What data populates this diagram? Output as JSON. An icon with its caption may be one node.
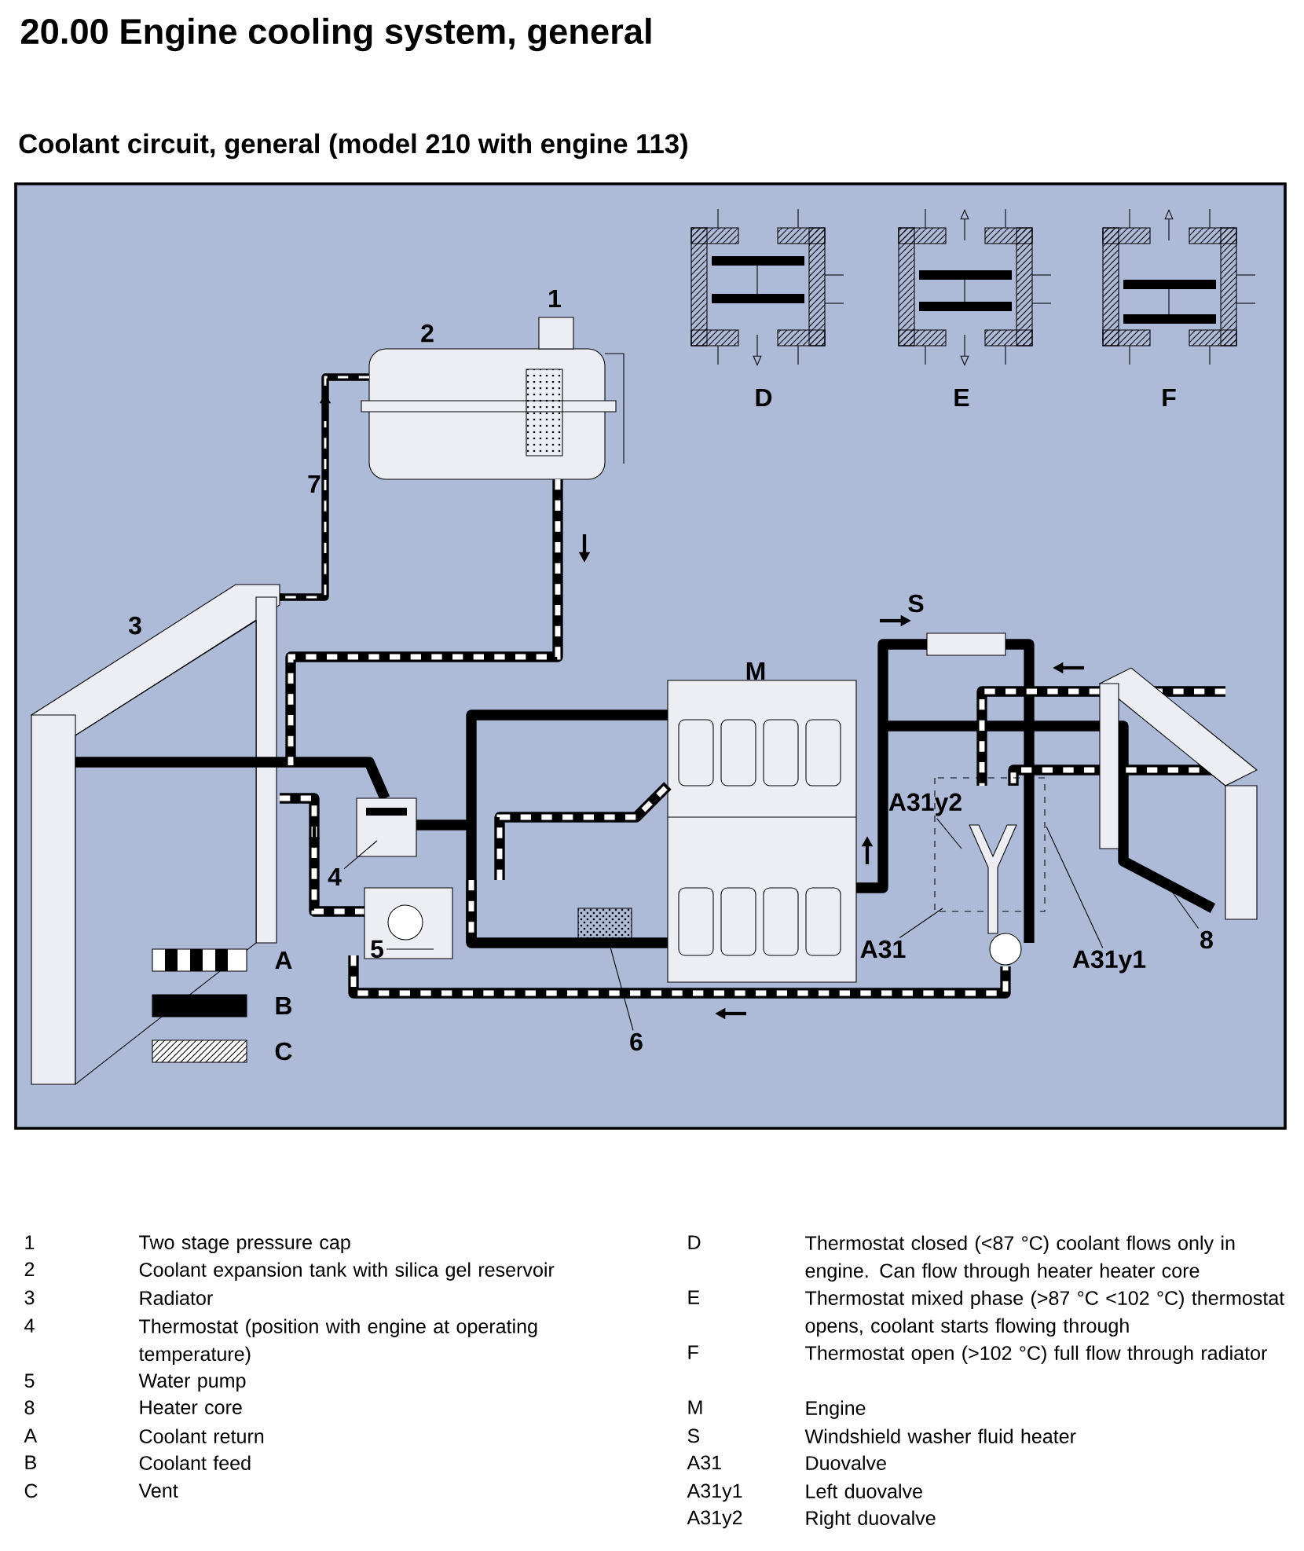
{
  "diagram": {
    "title": "20.00 Engine cooling system, general",
    "nodes": [
      {
        "text": [
          "4"
        ]
      },
      {
        "text": [
          "5"
        ]
      },
      {
        "text": [
          "6"
        ]
      },
      {
        "text": [
          "8"
        ]
      },
      {
        "text": [
          "A31"
        ]
      },
      {
        "text": [
          "A31y1"
        ]
      },
      {
        "text": [
          "A31y2"
        ]
      }
    ],
    "edges": [
      {
        "from": 0,
        "to": null,
        "arrow": "none"
      },
      {
        "from": 1,
        "to": null,
        "arrow": "none"
      },
      {
        "from": 2,
        "to": null,
        "arrow": "none"
      },
      {
        "from": 3,
        "to": null,
        "arrow": "none"
      },
      {
        "from": 4,
        "to": null,
        "arrow": "none"
      },
      {
        "from": 5,
        "to": null,
        "arrow": "none"
      },
      {
        "from": 6,
        "to": null,
        "arrow": "none"
      }
    ],
    "labels": [
      "Coolant circuit, general (model 210 with engine 113)",
      "1",
      "2",
      "D",
      "E",
      "F",
      "7",
      "3",
      "S",
      "M",
      "1",
      "Two stage pressure cap",
      "2",
      "Coolant expansion tank with silica gel reservoir",
      "3",
      "Radiator",
      "4",
      "Thermostat (position with engine at operating temperature)",
      "5",
      "Water pump",
      "8",
      "Heater core",
      "A",
      "Coolant return",
      "B",
      "Coolant feed",
      "C",
      "Vent",
      "D",
      "Thermostat closed (<87 °C) coolant flows only in engine. Can flow through heater heater core",
      "E",
      "Thermostat mixed phase (>87 °C <102 °C) thermostat opens, coolant starts flowing through",
      "F",
      "Thermostat open (>102 °C) full flow through radiator",
      "M",
      "Engine",
      "S",
      "Windshield washer fluid heater",
      "A31",
      "Duovalve",
      "A31y1",
      "Left duovalve",
      "A31y2",
      "Right duovalve"
    ],
    "legend": [
      {
        "text": "A"
      },
      {
        "text": "B"
      },
      {
        "text": "C"
      }
    ]
  }
}
